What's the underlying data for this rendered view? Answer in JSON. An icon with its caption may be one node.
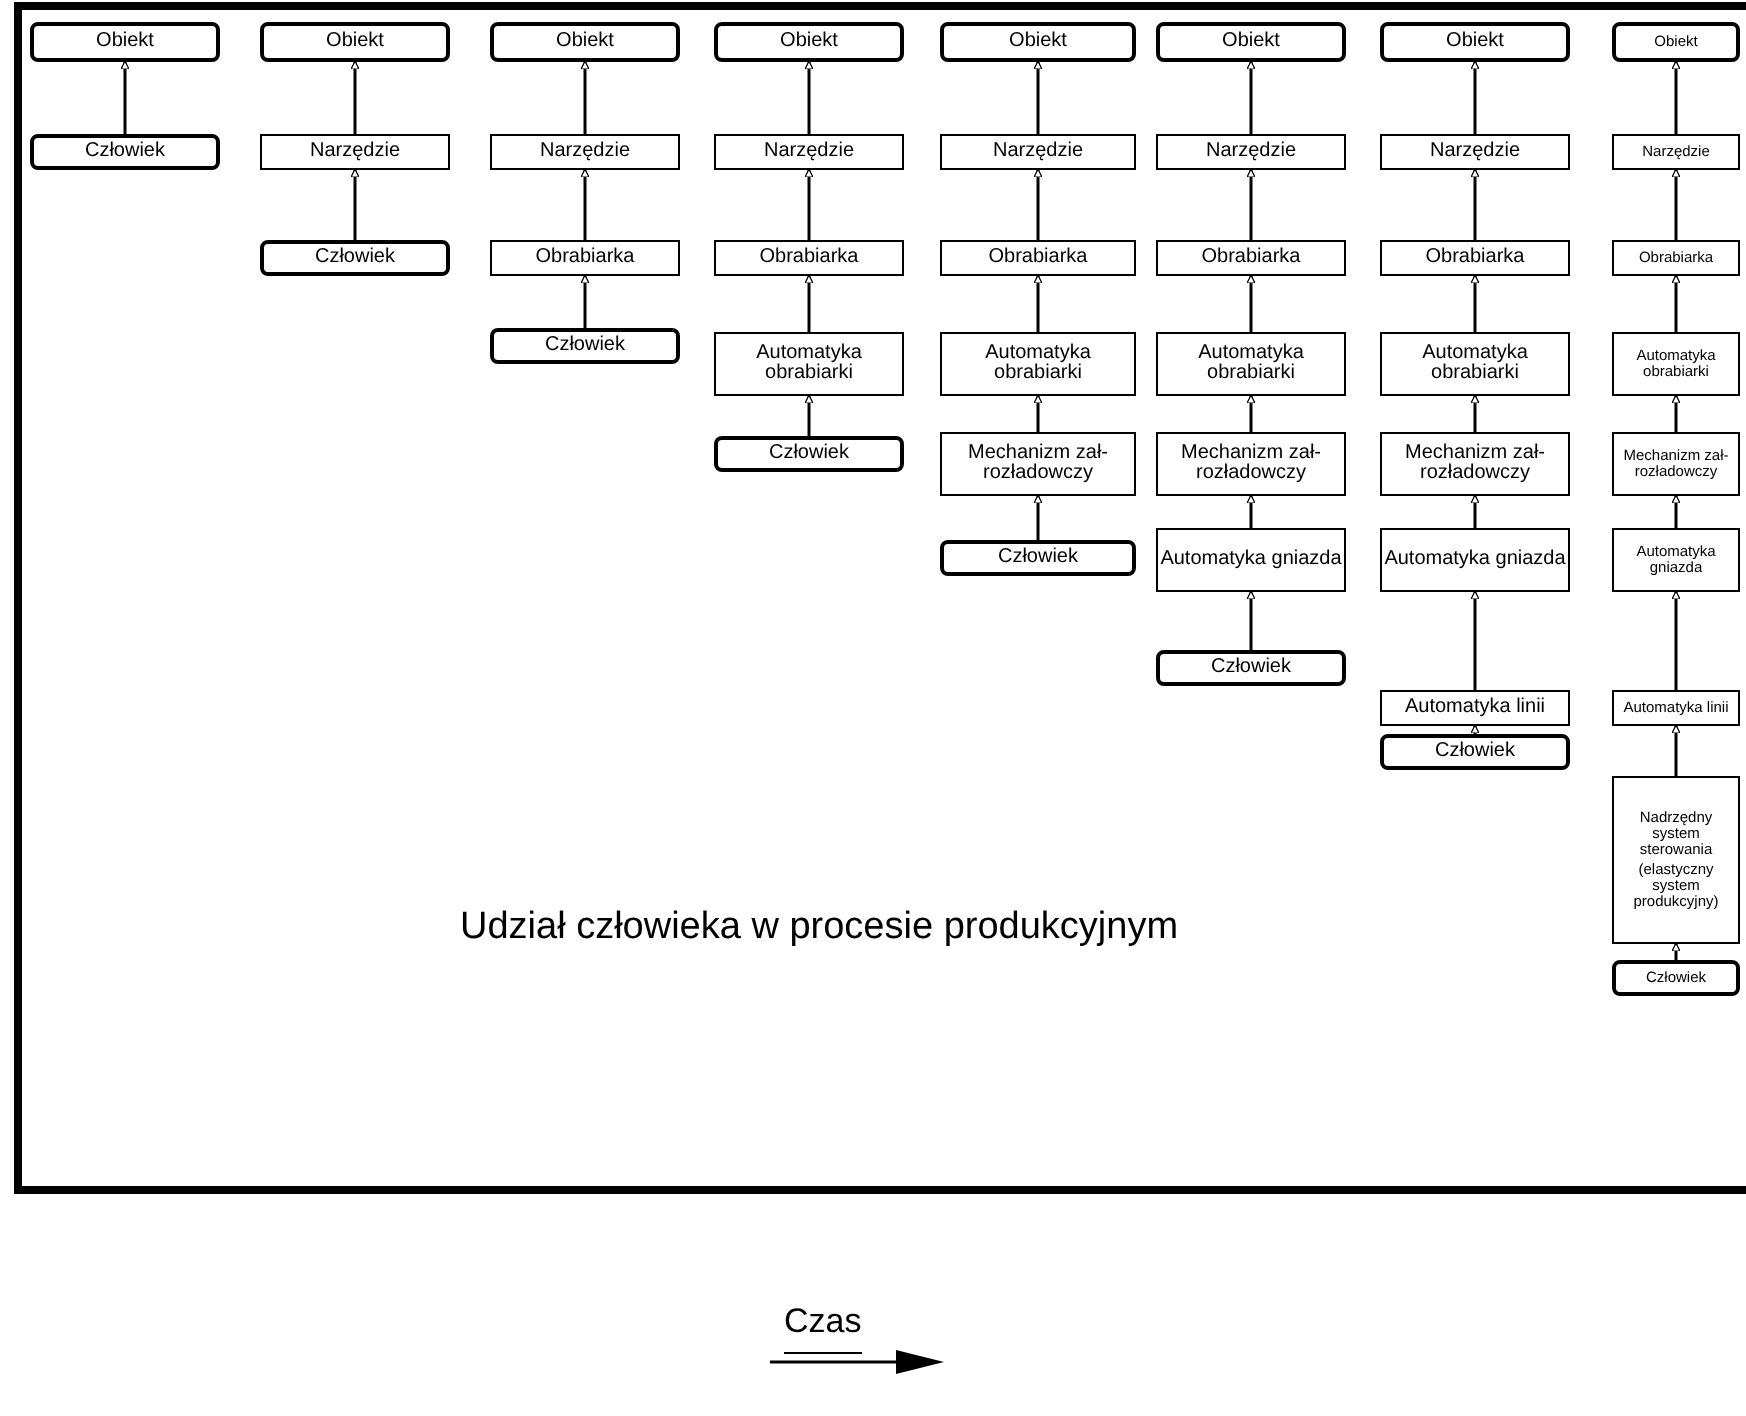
{
  "diagram": {
    "title": "Udział człowieka w procesie produkcyjnym",
    "nodes": [
      {
        "text": [
          "Obiekt"
        ]
      },
      {
        "text": [
          "Człowiek"
        ]
      },
      {
        "text": [
          "Obiekt"
        ]
      },
      {
        "text": [
          "Narzędzie"
        ]
      },
      {
        "text": [
          "Człowiek"
        ]
      },
      {
        "text": [
          "Obiekt"
        ]
      },
      {
        "text": [
          "Narzędzie"
        ]
      },
      {
        "text": [
          "Obrabiarka"
        ]
      },
      {
        "text": [
          "Człowiek"
        ]
      },
      {
        "text": [
          "Obiekt"
        ]
      },
      {
        "text": [
          "Narzędzie"
        ]
      },
      {
        "text": [
          "Obrabiarka"
        ]
      },
      {
        "text": [
          "Automatyka obrabiarki"
        ]
      },
      {
        "text": [
          "Człowiek"
        ]
      },
      {
        "text": [
          "Obiekt"
        ]
      },
      {
        "text": [
          "Narzędzie"
        ]
      },
      {
        "text": [
          "Obrabiarka"
        ]
      },
      {
        "text": [
          "Automatyka obrabiarki"
        ]
      },
      {
        "text": [
          "Mechanizm zał-rozładowczy"
        ]
      },
      {
        "text": [
          "Człowiek"
        ]
      },
      {
        "text": [
          "Obiekt"
        ]
      },
      {
        "text": [
          "Narzędzie"
        ]
      },
      {
        "text": [
          "Obrabiarka"
        ]
      },
      {
        "text": [
          "Automatyka obrabiarki"
        ]
      },
      {
        "text": [
          "Mechanizm zał-rozładowczy"
        ]
      },
      {
        "text": [
          "Automatyka gniazda"
        ]
      },
      {
        "text": [
          "Człowiek"
        ]
      },
      {
        "text": [
          "Obiekt"
        ]
      },
      {
        "text": [
          "Narzędzie"
        ]
      },
      {
        "text": [
          "Obrabiarka"
        ]
      },
      {
        "text": [
          "Automatyka obrabiarki"
        ]
      },
      {
        "text": [
          "Mechanizm zał-rozładowczy"
        ]
      },
      {
        "text": [
          "Automatyka gniazda"
        ]
      },
      {
        "text": [
          "Automatyka linii"
        ]
      },
      {
        "text": [
          "Człowiek"
        ]
      },
      {
        "text": [
          "Obiekt"
        ]
      },
      {
        "text": [
          "Narzędzie"
        ]
      },
      {
        "text": [
          "Obrabiarka"
        ]
      },
      {
        "text": [
          "Automatyka obrabiarki"
        ]
      },
      {
        "text": [
          "Mechanizm zał-rozładowczy"
        ]
      },
      {
        "text": [
          "Automatyka gniazda"
        ]
      },
      {
        "text": [
          "Automatyka linii"
        ]
      },
      {
        "text": [
          "Nadrzędny system sterowania",
          "(elastyczny system produkcyjny)"
        ]
      },
      {
        "text": [
          "Człowiek"
        ]
      }
    ],
    "edges": [
      {
        "from": 1,
        "to": 0,
        "arrow": "to"
      },
      {
        "from": 3,
        "to": 2,
        "arrow": "to"
      },
      {
        "from": 4,
        "to": 3,
        "arrow": "to"
      },
      {
        "from": 6,
        "to": 5,
        "arrow": "to"
      },
      {
        "from": 7,
        "to": 6,
        "arrow": "to"
      },
      {
        "from": 8,
        "to": 7,
        "arrow": "to"
      },
      {
        "from": 10,
        "to": 9,
        "arrow": "to"
      },
      {
        "from": 11,
        "to": 10,
        "arrow": "to"
      },
      {
        "from": 12,
        "to": 11,
        "arrow": "to"
      },
      {
        "from": 13,
        "to": 12,
        "arrow": "to"
      },
      {
        "from": 15,
        "to": 14,
        "arrow": "to"
      },
      {
        "from": 16,
        "to": 15,
        "arrow": "to"
      },
      {
        "from": 17,
        "to": 16,
        "arrow": "to"
      },
      {
        "from": 18,
        "to": 17,
        "arrow": "to"
      },
      {
        "from": 19,
        "to": 18,
        "arrow": "to"
      },
      {
        "from": 21,
        "to": 20,
        "arrow": "to"
      },
      {
        "from": 22,
        "to": 21,
        "arrow": "to"
      },
      {
        "from": 23,
        "to": 22,
        "arrow": "to"
      },
      {
        "from": 24,
        "to": 23,
        "arrow": "to"
      },
      {
        "from": 25,
        "to": 24,
        "arrow": "to"
      },
      {
        "from": 26,
        "to": 25,
        "arrow": "to"
      },
      {
        "from": 28,
        "to": 27,
        "arrow": "to"
      },
      {
        "from": 29,
        "to": 28,
        "arrow": "to"
      },
      {
        "from": 30,
        "to": 29,
        "arrow": "to"
      },
      {
        "from": 31,
        "to": 30,
        "arrow": "to"
      },
      {
        "from": 32,
        "to": 31,
        "arrow": "to"
      },
      {
        "from": 33,
        "to": 32,
        "arrow": "to"
      },
      {
        "from": 34,
        "to": 33,
        "arrow": "to"
      },
      {
        "from": 36,
        "to": 35,
        "arrow": "to"
      },
      {
        "from": 37,
        "to": 36,
        "arrow": "to"
      },
      {
        "from": 38,
        "to": 37,
        "arrow": "to"
      },
      {
        "from": 39,
        "to": 38,
        "arrow": "to"
      },
      {
        "from": 40,
        "to": 39,
        "arrow": "to"
      },
      {
        "from": 41,
        "to": 40,
        "arrow": "to"
      },
      {
        "from": 42,
        "to": 41,
        "arrow": "to"
      },
      {
        "from": 43,
        "to": 42,
        "arrow": "to"
      }
    ],
    "labels": [
      "Czas"
    ]
  }
}
